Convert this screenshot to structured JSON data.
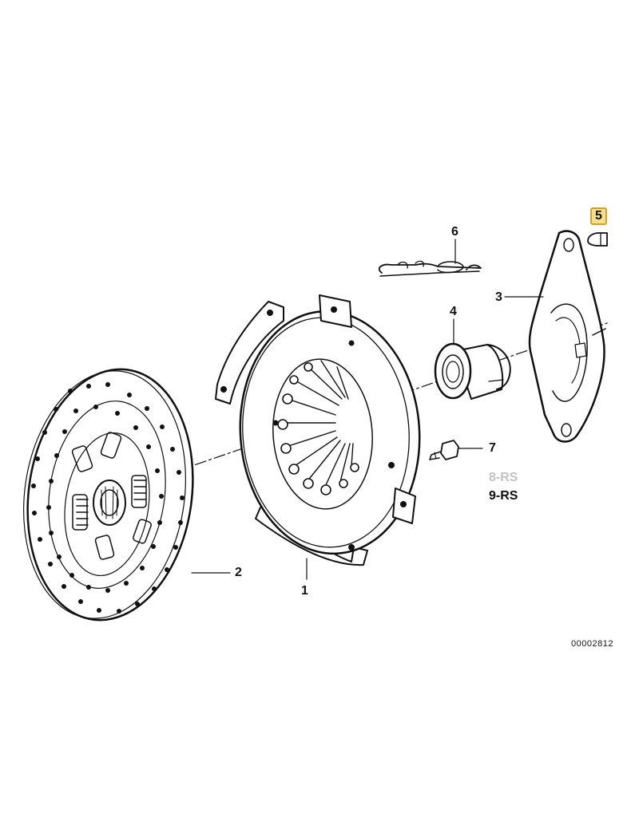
{
  "diagram": {
    "callouts": [
      {
        "id": "1",
        "label": "1"
      },
      {
        "id": "2",
        "label": "2"
      },
      {
        "id": "3",
        "label": "3"
      },
      {
        "id": "4",
        "label": "4"
      },
      {
        "id": "5",
        "label": "5",
        "highlighted": true
      },
      {
        "id": "6",
        "label": "6"
      },
      {
        "id": "7",
        "label": "7"
      }
    ],
    "variants": {
      "inactive": "8-RS",
      "active": "9-RS"
    },
    "reference_number": "00002812",
    "colors": {
      "line": "#111111",
      "highlight_fill": "#f7e08a",
      "highlight_border": "#d7a21a",
      "dim_text": "#c2c2c2"
    }
  }
}
